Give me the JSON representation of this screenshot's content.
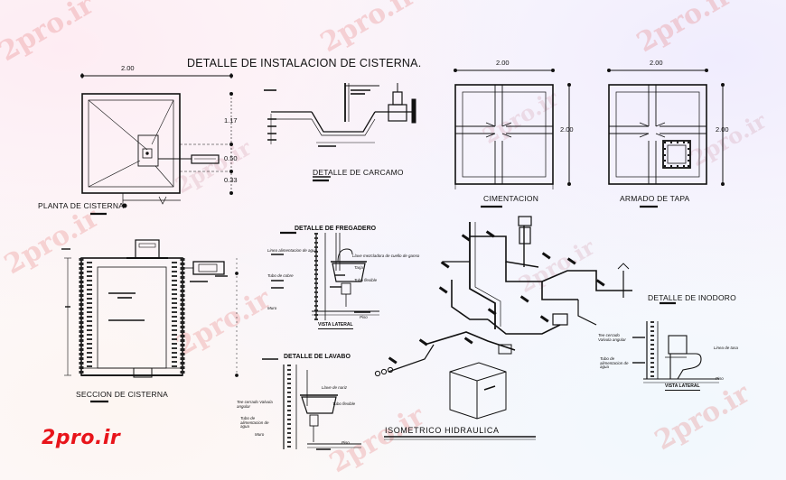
{
  "title": "DETALLE DE INSTALACION DE CISTERNA.",
  "dims": {
    "plan_width": "2.00",
    "plan_d1": "1.17",
    "plan_d2": "0.50",
    "plan_d3": "0.33",
    "cim_width": "2.00",
    "cim_height": "2.00",
    "tapa_width": "2.00",
    "tapa_height": "2.00"
  },
  "captions": {
    "planta": "PLANTA DE CISTERNA",
    "carcamo": "DETALLE DE CARCAMO",
    "cimentacion": "CIMENTACION",
    "armado": "ARMADO DE TAPA",
    "seccion": "SECCION DE CISTERNA",
    "fregadero": "DETALLE DE FREGADERO",
    "lavabo": "DETALLE DE LAVABO",
    "inodoro": "DETALLE DE INODORO",
    "isometrico": "ISOMETRICO HIDRAULICA"
  },
  "notes": {
    "vista_lateral_1": "VISTA LATERAL",
    "vista_lateral_2": "VISTA LATERAL",
    "fregadero_a": "Linea alimentacion de agua",
    "fregadero_b": "Tubo de cobre",
    "fregadero_c": "Llave mezcladora de cuello de ganso",
    "fregadero_d": "Tarja",
    "fregadero_e": "Tubo flexible",
    "fregadero_f": "Muro",
    "fregadero_g": "Piso",
    "lavabo_a": "Tee cerrado Valvula angular",
    "lavabo_b": "Tubo de alimentacion de agua",
    "lavabo_c": "Llave de nariz",
    "lavabo_d": "Tubo flexible",
    "lavabo_e": "Muro",
    "lavabo_f": "Piso",
    "inodoro_a": "Tee cerrado Valvula angular",
    "inodoro_b": "Tubo de alimentacion de agua",
    "inodoro_c": "Linea de tasa",
    "inodoro_d": "Piso"
  },
  "watermark": "2pro.ir",
  "logo": "2pro.ir",
  "colors": {
    "ink": "#111111",
    "logo_red": "#e8141a",
    "watermark": "#e67878"
  }
}
